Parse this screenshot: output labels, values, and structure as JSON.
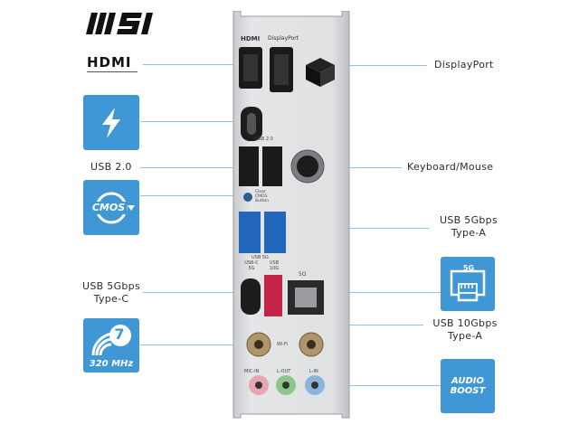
{
  "brand": {
    "logo_text": "MSI",
    "hdmi_logo": "HDMI"
  },
  "colors": {
    "accent": "#3f97d6",
    "leader": "#8ec2e6",
    "panel": "#d9dbde"
  },
  "panel_text": {
    "hdmi_top": "HDMI",
    "dp_top": "DisplayPort",
    "usb20": "USB 2.0",
    "clear": "Clear",
    "cmos": "CMOS",
    "button": "Button",
    "usb5g": "USB 5G",
    "usbc": "USB-C",
    "usbc_5g": "5G",
    "usb": "USB",
    "usb_10g": "10G",
    "lan_5g": "5G",
    "wifi": "Wi-Fi",
    "mic_in": "MIC-IN",
    "l_out": "L-OUT",
    "l_in": "L-IN"
  },
  "labels": {
    "displayport": "DisplayPort",
    "usb20": "USB 2.0",
    "kbm": "Keyboard/Mouse",
    "usb5gbps_a_1": "USB 5Gbps",
    "usb5gbps_a_2": "Type-A",
    "usb5gbps_c_1": "USB 5Gbps",
    "usb5gbps_c_2": "Type-C",
    "usb10gbps_a_1": "USB 10Gbps",
    "usb10gbps_a_2": "Type-A"
  },
  "tiles": {
    "thunderbolt_icon": "thunderbolt-icon",
    "cmos": "CMOS",
    "wifi7_num": "7",
    "wifi7_freq": "320 MHz",
    "lan_badge": "5G",
    "audio_1": "AUDIO",
    "audio_2": "BOOST"
  }
}
